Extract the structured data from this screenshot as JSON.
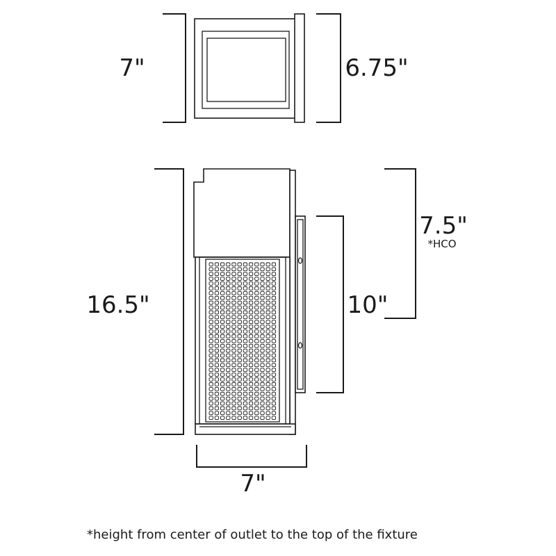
{
  "dimensions": {
    "top_width": "7\"",
    "top_depth": "6.75\"",
    "height": "16.5\"",
    "backplate_height": "10\"",
    "hco": "7.5\"",
    "hco_note": "*HCO",
    "base_width": "7\""
  },
  "footnote": "*height from center of outlet to the top of the fixture"
}
